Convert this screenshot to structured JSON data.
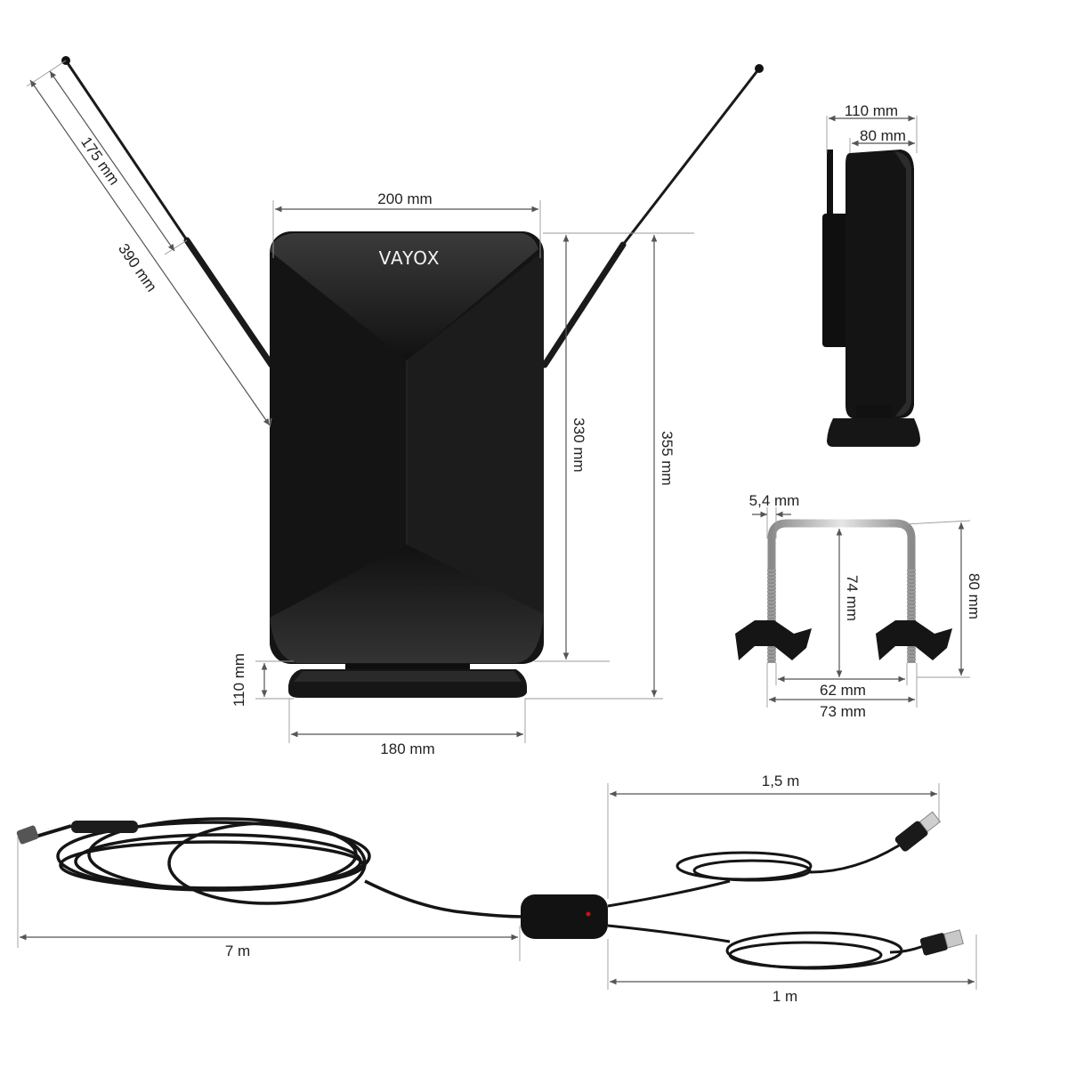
{
  "brand": {
    "logo_text": "VAYOX"
  },
  "front_view": {
    "width_label": "200 mm",
    "body_height_label": "330 mm",
    "total_height_label": "355 mm",
    "base_height_label": "110 mm",
    "base_width_label": "180 mm",
    "antenna_folded_label": "175 mm",
    "antenna_extended_label": "390 mm"
  },
  "side_view": {
    "depth_label": "110 mm",
    "body_depth_label": "80 mm"
  },
  "u_bolt": {
    "rod_diameter_label": "5,4 mm",
    "inner_height_label": "74 mm",
    "outer_height_label": "80 mm",
    "inner_width_label": "62 mm",
    "outer_width_label": "73 mm"
  },
  "cables": {
    "usb_length_label": "1,5 m",
    "main_length_label": "7 m",
    "tv_length_label": "1 m"
  },
  "colors": {
    "body": "#141414",
    "accent_led": "#cc1111",
    "dimension_line": "#555555",
    "metal": "#b8b8b8"
  }
}
